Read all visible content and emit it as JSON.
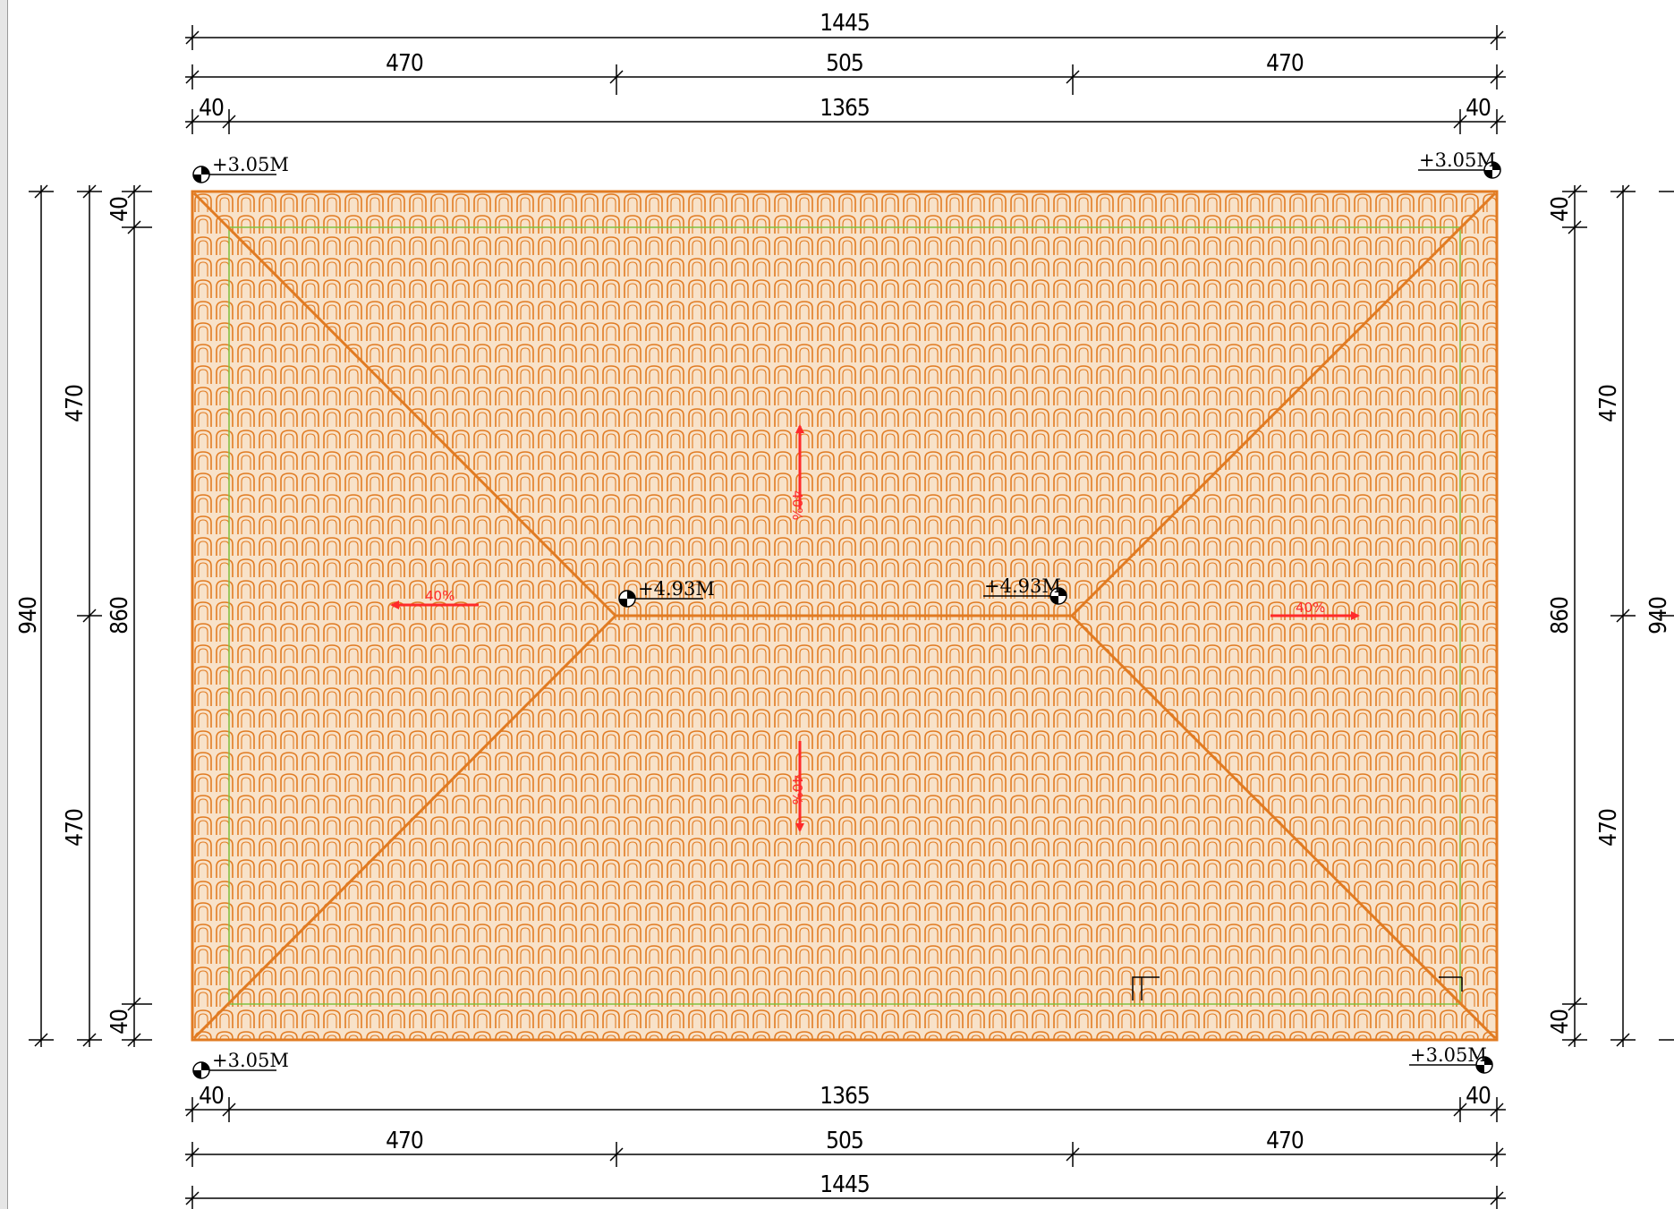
{
  "drawing": {
    "colors": {
      "roof": "#e17b22",
      "tile_fill": "#f8e2c9",
      "inner_line": "#7fc241",
      "slope_arrow": "#ff2a2a",
      "dimension": "#000000"
    }
  },
  "dimensions": {
    "top_overall": "1445",
    "top_left": "470",
    "top_mid": "505",
    "top_right": "470",
    "top_overhang_left": "40",
    "top_inner": "1365",
    "top_overhang_right": "40",
    "bottom_overhang_left": "40",
    "bottom_inner": "1365",
    "bottom_overhang_right": "40",
    "bottom_left": "470",
    "bottom_mid": "505",
    "bottom_right": "470",
    "bottom_overall": "1445",
    "left_overall": "940",
    "left_inner": "860",
    "left_top_overhang": "40",
    "left_top_half": "470",
    "left_bottom_half": "470",
    "left_bottom_overhang": "40",
    "right_overall": "940",
    "right_inner": "860",
    "right_top_overhang": "40",
    "right_top_half": "470",
    "right_bottom_half": "470",
    "right_bottom_overhang": "40"
  },
  "elevations": {
    "top_left": "+3.05M",
    "top_right": "+3.05M",
    "bottom_left": "+3.05M",
    "bottom_right": "+3.05M",
    "ridge_left": "+4.93M",
    "ridge_right": "+4.93M"
  },
  "slopes": {
    "north": "40%",
    "south": "40%",
    "west": "40%",
    "east": "40%"
  }
}
